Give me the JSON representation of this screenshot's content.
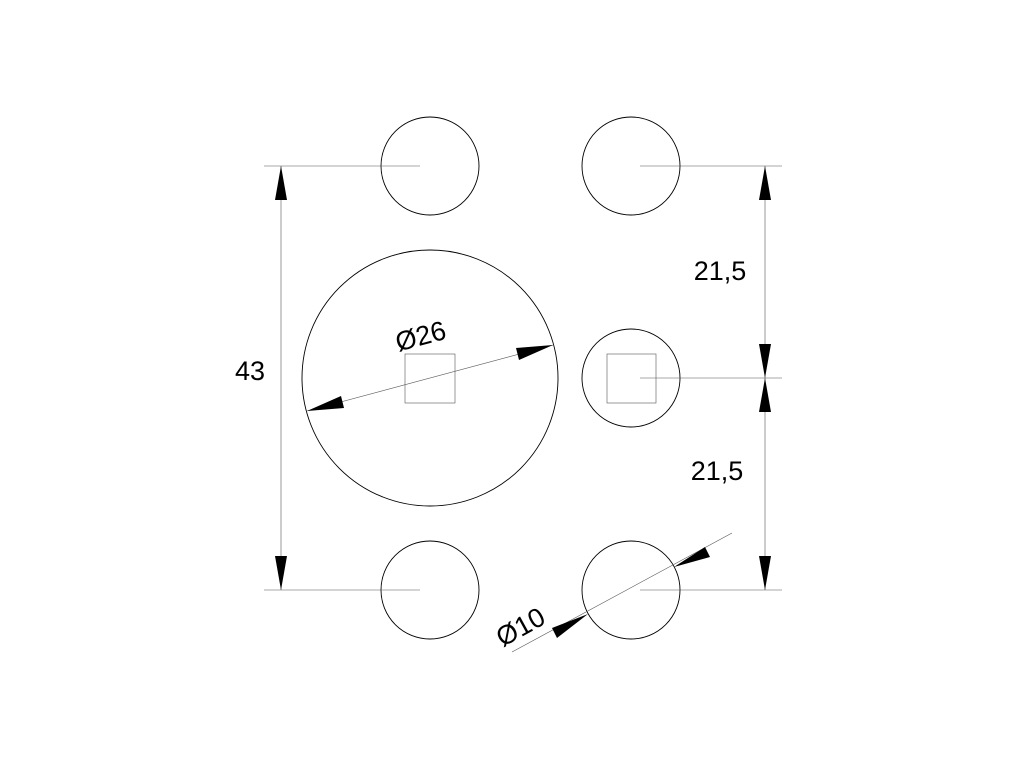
{
  "drawing": {
    "dimensions": {
      "total_height": "43",
      "upper_half": "21,5",
      "lower_half": "21,5",
      "large_diameter": "Ø26",
      "small_diameter": "Ø10"
    },
    "colors": {
      "line": "#000000",
      "thin_line": "#555555",
      "background": "#ffffff"
    }
  }
}
